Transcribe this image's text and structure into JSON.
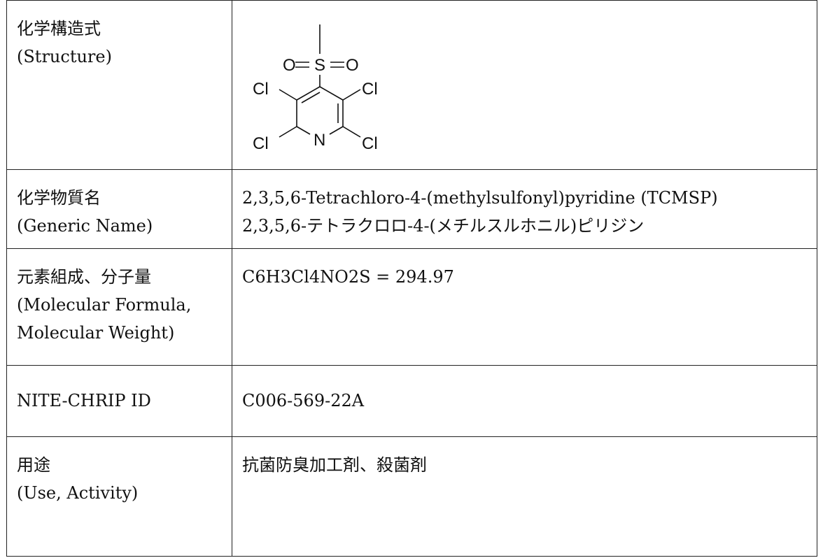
{
  "rows": {
    "structure": {
      "label_ja": "化学構造式",
      "label_en": "(Structure)",
      "atoms": {
        "o_left": "O",
        "s": "S",
        "o_right": "O",
        "cl_upper_left": "Cl",
        "cl_upper_right": "Cl",
        "cl_lower_left": "Cl",
        "n": "N",
        "cl_lower_right": "Cl"
      }
    },
    "name": {
      "label_ja": "化学物質名",
      "label_en": "(Generic Name)",
      "value_en": "2,3,5,6-Tetrachloro-4-(methylsulfonyl)pyridine (TCMSP)",
      "value_ja": "2,3,5,6-テトラクロロ-4-(メチルスルホニル)ピリジン"
    },
    "formula": {
      "label_ja": "元素組成、分子量",
      "label_en_1": "(Molecular Formula,",
      "label_en_2": "Molecular Weight)",
      "value": "C6H3Cl4NO2S = 294.97"
    },
    "nite_id": {
      "label": "NITE-CHRIP ID",
      "value": "C006-569-22A"
    },
    "use": {
      "label_ja": "用途",
      "label_en": "(Use, Activity)",
      "value": "抗菌防臭加工剤、殺菌剤"
    }
  }
}
